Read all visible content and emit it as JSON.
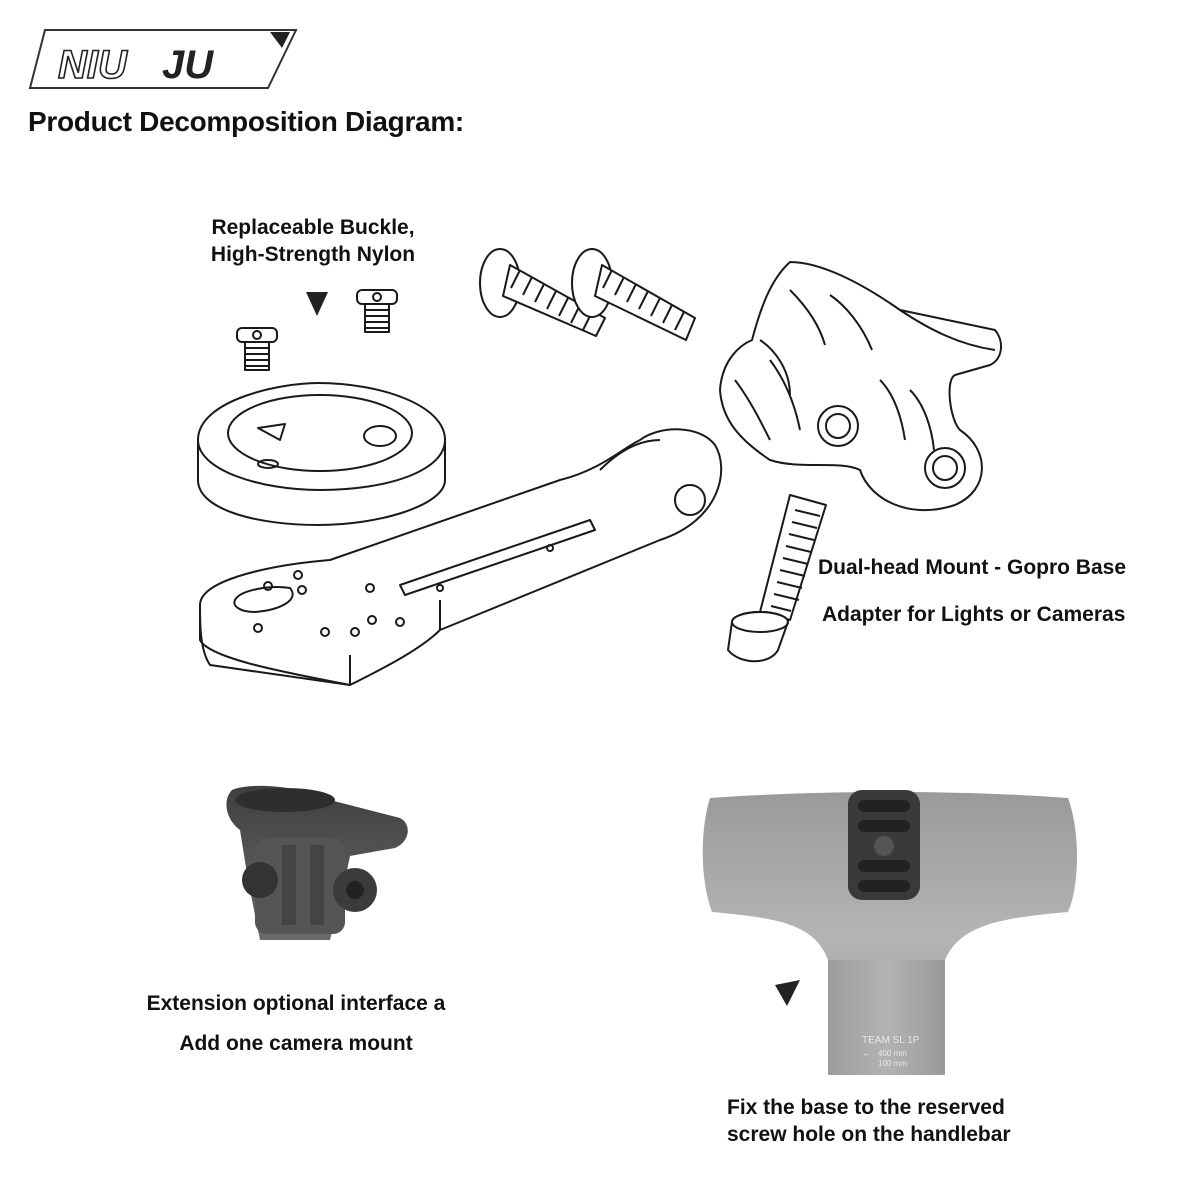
{
  "logo": {
    "text_left": "NIU",
    "text_right": "JU"
  },
  "title": "Product Decomposition Diagram:",
  "callouts": {
    "buckle": [
      "Replaceable Buckle,",
      "High-Strength Nylon"
    ],
    "gopro": [
      "Dual-head Mount - Gopro Base",
      "Adapter for Lights or Cameras"
    ],
    "extension": [
      "Extension optional interface a",
      "Add one camera mount"
    ],
    "handlebar": [
      "Fix the base to the reserved",
      "screw hole on the handlebar"
    ]
  },
  "handlebar_print": {
    "model": "TEAM SL 1P",
    "size_a": "400 mm",
    "size_b": "100 mm"
  },
  "colors": {
    "line": "#1a1a1a",
    "mount_gray": "#555555",
    "bar_gray": "#a9a9a9"
  },
  "icons": [
    "logo",
    "screw-icon",
    "bolt-icon",
    "computer-ring-icon",
    "stem-arm-icon",
    "gopro-mount-icon",
    "camera-mount-photo",
    "handlebar-photo",
    "pointer-arrow-icon"
  ]
}
